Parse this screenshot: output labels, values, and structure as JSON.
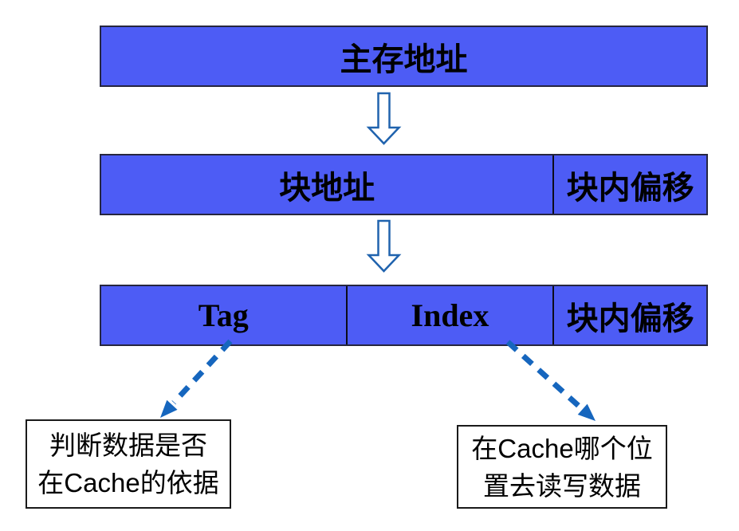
{
  "diagram": {
    "bars": [
      {
        "name": "main-memory-address",
        "cells": [
          {
            "label": "主存地址"
          }
        ]
      },
      {
        "name": "block-address-split",
        "cells": [
          {
            "label": "块地址"
          },
          {
            "label": "块内偏移"
          }
        ]
      },
      {
        "name": "tag-index-offset-split",
        "cells": [
          {
            "label": "Tag"
          },
          {
            "label": "Index"
          },
          {
            "label": "块内偏移"
          }
        ]
      }
    ],
    "callouts": [
      {
        "line1": "判断数据是否",
        "line2": "在Cache的依据"
      },
      {
        "line1": "在Cache哪个位",
        "line2": "置去读写数据"
      }
    ],
    "colors": {
      "bar_fill": "#4d5cf5",
      "bar_border": "#26263f",
      "cell_divider": "#0c0c1a",
      "hollow_arrow_stroke": "#2063ae",
      "dashed_arrow": "#1666be",
      "callout_border": "#1a1a1a",
      "callout_bg": "#ffffff",
      "label_color": "#000000"
    }
  }
}
